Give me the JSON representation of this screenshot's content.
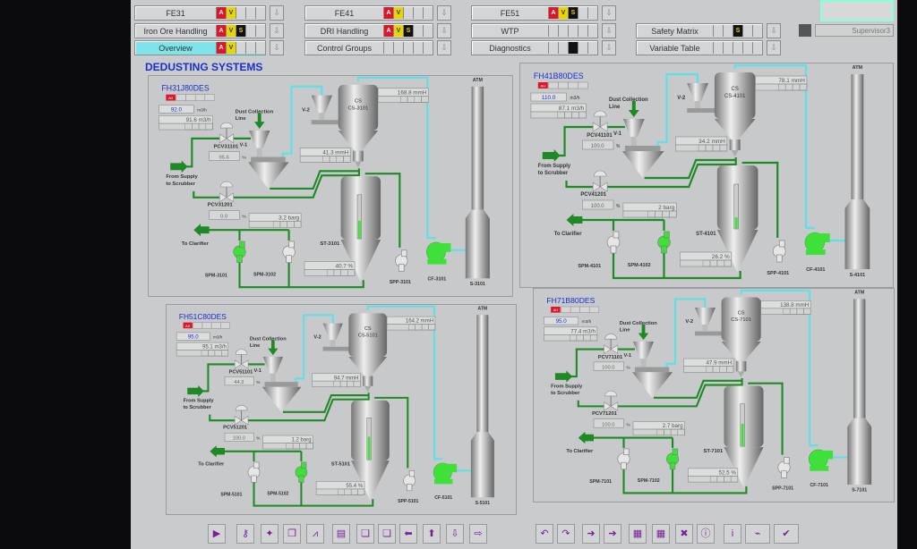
{
  "nav": {
    "buttons": [
      {
        "label": "FE31",
        "col": 0,
        "row": 0,
        "ind": [
          "A",
          "V",
          "",
          "",
          " "
        ],
        "active": false
      },
      {
        "label": "Iron Ore Handling",
        "col": 0,
        "row": 1,
        "ind": [
          "A",
          "V",
          "S",
          "",
          ""
        ],
        "active": false
      },
      {
        "label": "Overview",
        "col": 0,
        "row": 2,
        "ind": [
          "A",
          "V",
          "",
          "",
          ""
        ],
        "active": true
      },
      {
        "label": "FE41",
        "col": 1,
        "row": 0,
        "ind": [
          "A",
          "V",
          "",
          "",
          ""
        ],
        "active": false
      },
      {
        "label": "DRI Handling",
        "col": 1,
        "row": 1,
        "ind": [
          "A",
          "V",
          "S",
          "",
          ""
        ],
        "active": false
      },
      {
        "label": "Control Groups",
        "col": 1,
        "row": 2,
        "ind": [
          "",
          "",
          "",
          "",
          ""
        ],
        "active": false
      },
      {
        "label": "FE51",
        "col": 2,
        "row": 0,
        "ind": [
          "A",
          "V",
          "S",
          "",
          ""
        ],
        "active": false
      },
      {
        "label": "WTP",
        "col": 2,
        "row": 1,
        "ind": [
          "",
          "",
          "",
          "",
          ""
        ],
        "active": false
      },
      {
        "label": "Diagnostics",
        "col": 2,
        "row": 2,
        "ind": [
          "",
          "",
          "B",
          "",
          ""
        ],
        "active": false
      },
      {
        "label": "Safety Matrix",
        "col": 3,
        "row": 1,
        "ind": [
          "",
          "",
          "S",
          "",
          ""
        ],
        "active": false
      },
      {
        "label": "Variable Table",
        "col": 3,
        "row": 2,
        "ind": [
          "",
          "",
          "",
          "",
          ""
        ],
        "active": false
      }
    ],
    "user": "Supervisor3"
  },
  "page_title": "DEDUSTING SYSTEMS",
  "labels": {
    "atm": "ATM",
    "dust_line": [
      "Dust Collection",
      "Line"
    ],
    "from_supply": [
      "From Supply",
      "to Scrubber"
    ],
    "to_clarifier": "To Clarifier",
    "v1": "V-1",
    "v2": "V-2",
    "cs": "CS",
    "alarm": "AH",
    "unit_sp": "m3/h",
    "unit_pct": "%"
  },
  "panels": [
    {
      "title": "FH31J80DES",
      "setpoint": "92.0",
      "flow": "91.6 m3/h",
      "pcv1": "PCV31101",
      "pcv1_val": "95.6",
      "pcv2": "PCV31201",
      "pcv2_val": "0.0",
      "pressure": "3.2 barg",
      "cs": "CS-3101",
      "cs_dp": "168.8 mmH",
      "v_dp": "41.3 mmH",
      "st": "ST-3101",
      "level": "40.7 %",
      "level_frac": 0.41,
      "spm1": "SPM-3101",
      "spm1_on": true,
      "spm2": "SPM-3102",
      "spm2_on": false,
      "spp": "SPP-3101",
      "cf": "CF-3101",
      "stack": "S-3101"
    },
    {
      "title": "FH41B80DES",
      "setpoint": "110.0",
      "flow": "87.1 m3/h",
      "pcv1": "PCV41101",
      "pcv1_val": "100.0",
      "pcv2": "PCV41201",
      "pcv2_val": "100.0",
      "pressure": "2 barg",
      "cs": "CS-4101",
      "cs_dp": "78.1 mmH",
      "v_dp": "34.2 mmH",
      "st": "ST-4101",
      "level": "26.2 %",
      "level_frac": 0.26,
      "spm1": "SPM-4101",
      "spm1_on": false,
      "spm2": "SPM-4102",
      "spm2_on": true,
      "spp": "SPP-4101",
      "cf": "CF-4101",
      "stack": "S-4101"
    },
    {
      "title": "FH51C80DES",
      "setpoint": "95.0",
      "flow": "95.1 m3/h",
      "pcv1": "PCV51101",
      "pcv1_val": "44.3",
      "pcv2": "PCV51201",
      "pcv2_val": "100.0",
      "pressure": "1.2 barg",
      "cs": "CS-5101",
      "cs_dp": "164.2 mmH",
      "v_dp": "94.7 mmH",
      "st": "ST-5101",
      "level": "55.4 %",
      "level_frac": 0.55,
      "spm1": "SPM-5101",
      "spm1_on": false,
      "spm2": "SPM-5102",
      "spm2_on": true,
      "spp": "SPP-5101",
      "cf": "CF-5101",
      "stack": "S-5101"
    },
    {
      "title": "FH71B80DES",
      "setpoint": "95.0",
      "flow": "77.4 m3/h",
      "pcv1": "PCV71101",
      "pcv1_val": "100.0",
      "pcv2": "PCV71201",
      "pcv2_val": "100.0",
      "pressure": "2.7 barg",
      "cs": "CS-7101",
      "cs_dp": "138.8 mmH",
      "v_dp": "47.9 mmH",
      "st": "ST-7101",
      "level": "52.5 %",
      "level_frac": 0.53,
      "spm1": "SPM-7101",
      "spm1_on": false,
      "spm2": "SPM-7102",
      "spm2_on": true,
      "spp": "SPP-7101",
      "cf": "CF-7101",
      "stack": "S-7101"
    }
  ],
  "toolbar": [
    "play-icon",
    "key-icon",
    "lightbulb-icon",
    "copy-windows-icon",
    "trend-icon",
    "document-icon",
    "window-copy-icon",
    "window-paste-icon",
    "arrow-left-icon",
    "arrow-up-icon",
    "arrow-down-icon",
    "arrow-right-icon",
    "undo-icon",
    "redo-icon",
    "step-right-icon",
    "forward-icon",
    "color-palette-icon",
    "color-palette-2-icon",
    "color-delete-icon",
    "info-gray-icon",
    "info-icon",
    "network-icon",
    "checkmark-icon"
  ],
  "colors": {
    "pipe_green": "#1f8a25",
    "pipe_cyan": "#5fdfe8",
    "running": "#3fe03a",
    "title_blue": "#1a2fd0",
    "alarm_red": "#e0152a",
    "ind_yellow": "#e8d500"
  }
}
